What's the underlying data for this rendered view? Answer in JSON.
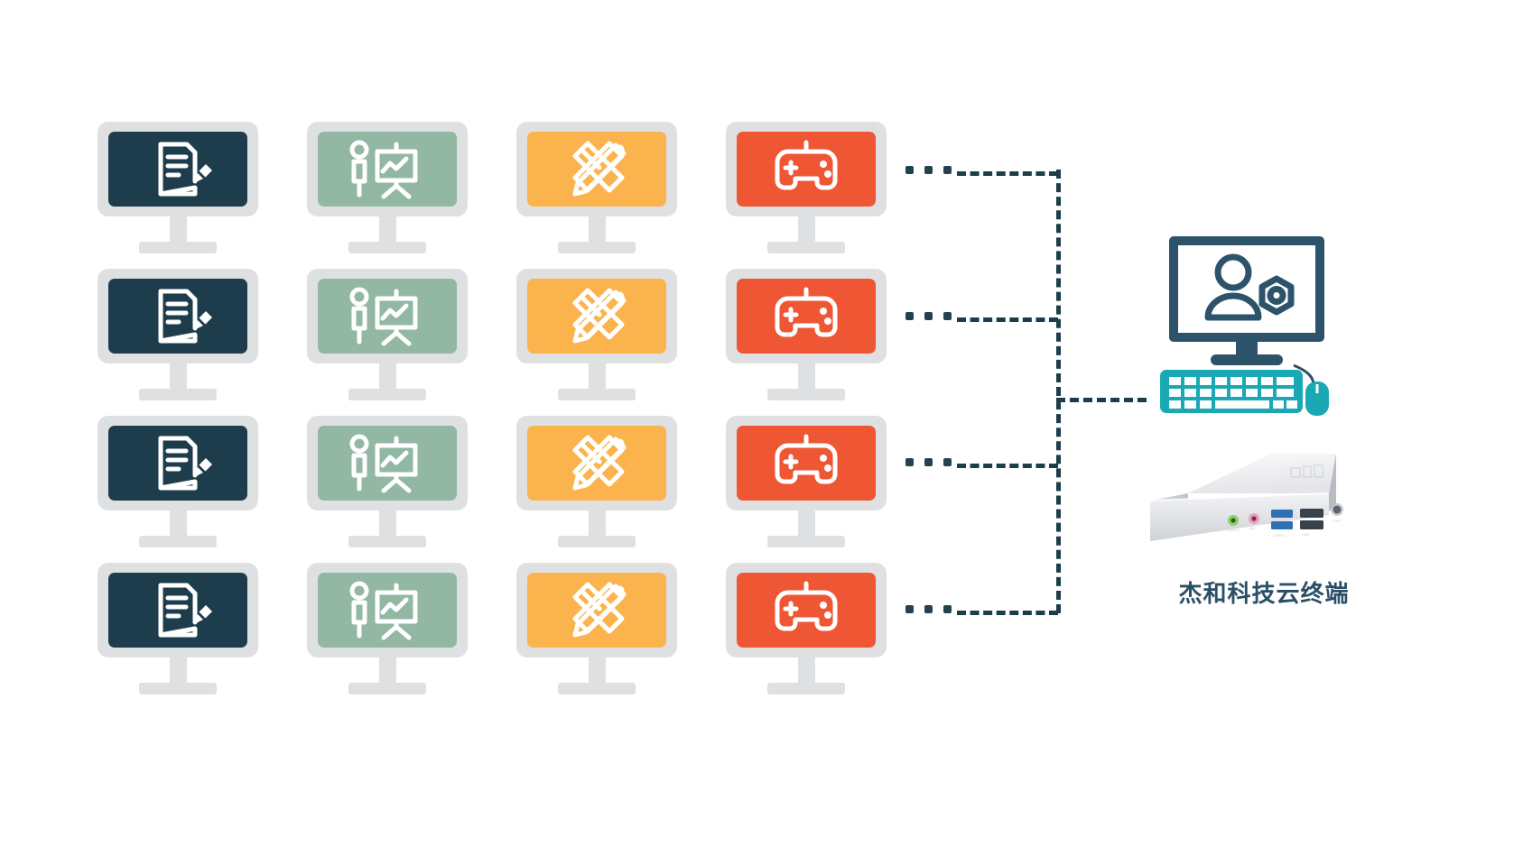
{
  "diagram": {
    "title_caption": "杰和科技云终端",
    "background": "#ffffff",
    "colors": {
      "bezel": "#dfe0e1",
      "screen_document": "#1d3d4c",
      "screen_presentation": "#92b8a4",
      "screen_design": "#fbb44d",
      "screen_game": "#ef5634",
      "icon_glyph": "#ffffff",
      "connector": "#1d3d4c",
      "server_dark": "#2d536b",
      "keyboard_teal": "#1aa8b4",
      "caption_text": "#2a5068",
      "minipc_body": "#e9eaec"
    },
    "columns": [
      {
        "name": "document-column",
        "icon": "document-edit-icon",
        "screen_color": "#1d3d4c",
        "glyph_color": "#ffffff"
      },
      {
        "name": "presentation-column",
        "icon": "presenter-chart-icon",
        "screen_color": "#92b8a4",
        "glyph_color": "#ffffff"
      },
      {
        "name": "design-column",
        "icon": "pencil-ruler-icon",
        "screen_color": "#fbb44d",
        "glyph_color": "#ffffff"
      },
      {
        "name": "game-column",
        "icon": "gamepad-icon",
        "screen_color": "#ef5634",
        "glyph_color": "#ffffff"
      }
    ],
    "rows": [
      {
        "name": "row-1",
        "ellipsis": "...",
        "has_branch": true
      },
      {
        "name": "row-2",
        "ellipsis": "...",
        "has_branch": true
      },
      {
        "name": "row-3",
        "ellipsis": "...",
        "has_branch": true
      },
      {
        "name": "row-4",
        "ellipsis": "...",
        "has_branch": true
      }
    ],
    "grid": {
      "rows": 4,
      "columns": 4,
      "total_clients": 16
    },
    "server": {
      "name": "cloud-terminal-host",
      "screen_icon": "user-settings-icon",
      "peripherals": [
        "keyboard",
        "mouse"
      ]
    },
    "minipc": {
      "name": "mini-pc-device",
      "ports": [
        "audio-out-green",
        "mic-in-pink",
        "usb-port",
        "usb-port",
        "usb-port",
        "usb-port",
        "power-button"
      ]
    }
  }
}
